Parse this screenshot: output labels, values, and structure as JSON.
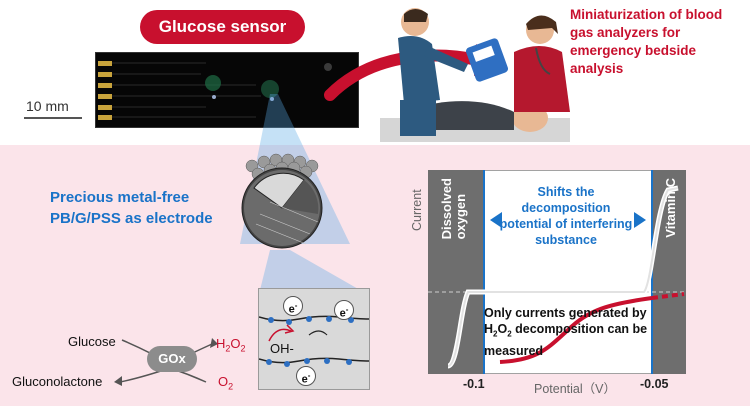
{
  "top": {
    "sensor_label": "Glucose sensor",
    "scale_label": "10 mm",
    "right_title": "Miniaturization of blood gas analyzers for emergency bedside analysis"
  },
  "bottom": {
    "heading": "Precious metal-free PB/G/PSS as electrode",
    "reaction": {
      "glucose": "Glucose",
      "gluconolactone": "Gluconolactone",
      "enzyme": "GOx",
      "h2o2_main": "H",
      "h2o2_sub1": "2",
      "h2o2_mid": "O",
      "h2o2_sub2": "2",
      "o2_main": "O",
      "o2_sub": "2",
      "hydroxide": "OH-",
      "electron": "e",
      "electron_sup": "-"
    },
    "graph": {
      "y_label": "Current",
      "x_label": "Potential（V）",
      "tick_left": "-0.1",
      "tick_right": "-0.05",
      "band_left_line1": "Dissolved",
      "band_left_line2": "oxygen",
      "band_right": "Vitamin C",
      "shift_text": "Shifts the decomposition potential of interfering substance",
      "only_1": "Only currents generated by H",
      "only_sub": "2",
      "only_mid": "O",
      "only_sub2": "2",
      "only_2": " decomposition can be measured"
    }
  },
  "colors": {
    "accent_red": "#c8102e",
    "accent_blue": "#1a73c8",
    "panel_pink": "#fbe4ea",
    "band_gray": "#6e6e6e"
  }
}
